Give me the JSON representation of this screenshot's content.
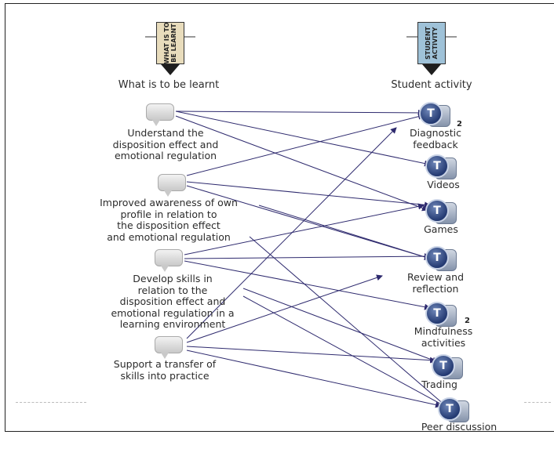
{
  "headers": {
    "left_tag_line1": "WHAT IS TO",
    "left_tag_line2": "BE LEARNT",
    "right_tag_line1": "STUDENT",
    "right_tag_line2": "ACTIVITY",
    "left_title": "What is to be learnt",
    "right_title": "Student activity"
  },
  "colors": {
    "left_tag": "#e8dcbc",
    "right_tag": "#9fc2d8",
    "line": "#2e2a6e"
  },
  "goals": [
    {
      "lines": [
        "Understand the",
        "disposition effect and",
        "emotional regulation"
      ]
    },
    {
      "lines": [
        "Improved awareness of own",
        "profile in relation to",
        "the disposition effect",
        "and emotional regulation"
      ]
    },
    {
      "lines": [
        "Develop skills in",
        "relation to the",
        "disposition effect and",
        "emotional regulation in a",
        "learning environment"
      ]
    },
    {
      "lines": [
        "Support a transfer of",
        "skills into practice"
      ]
    }
  ],
  "activities": [
    {
      "icon": "T",
      "count": "2",
      "lines": [
        "Diagnostic",
        "feedback"
      ]
    },
    {
      "icon": "T",
      "count": "",
      "lines": [
        "Videos"
      ]
    },
    {
      "icon": "T",
      "count": "",
      "lines": [
        "Games"
      ]
    },
    {
      "icon": "T",
      "count": "",
      "lines": [
        "Review and",
        "reflection"
      ]
    },
    {
      "icon": "T",
      "count": "2",
      "lines": [
        "Mindfulness",
        "activities"
      ]
    },
    {
      "icon": "T",
      "count": "",
      "lines": [
        "Trading"
      ]
    },
    {
      "icon": "T",
      "count": "",
      "lines": [
        "Peer discussion"
      ]
    }
  ]
}
